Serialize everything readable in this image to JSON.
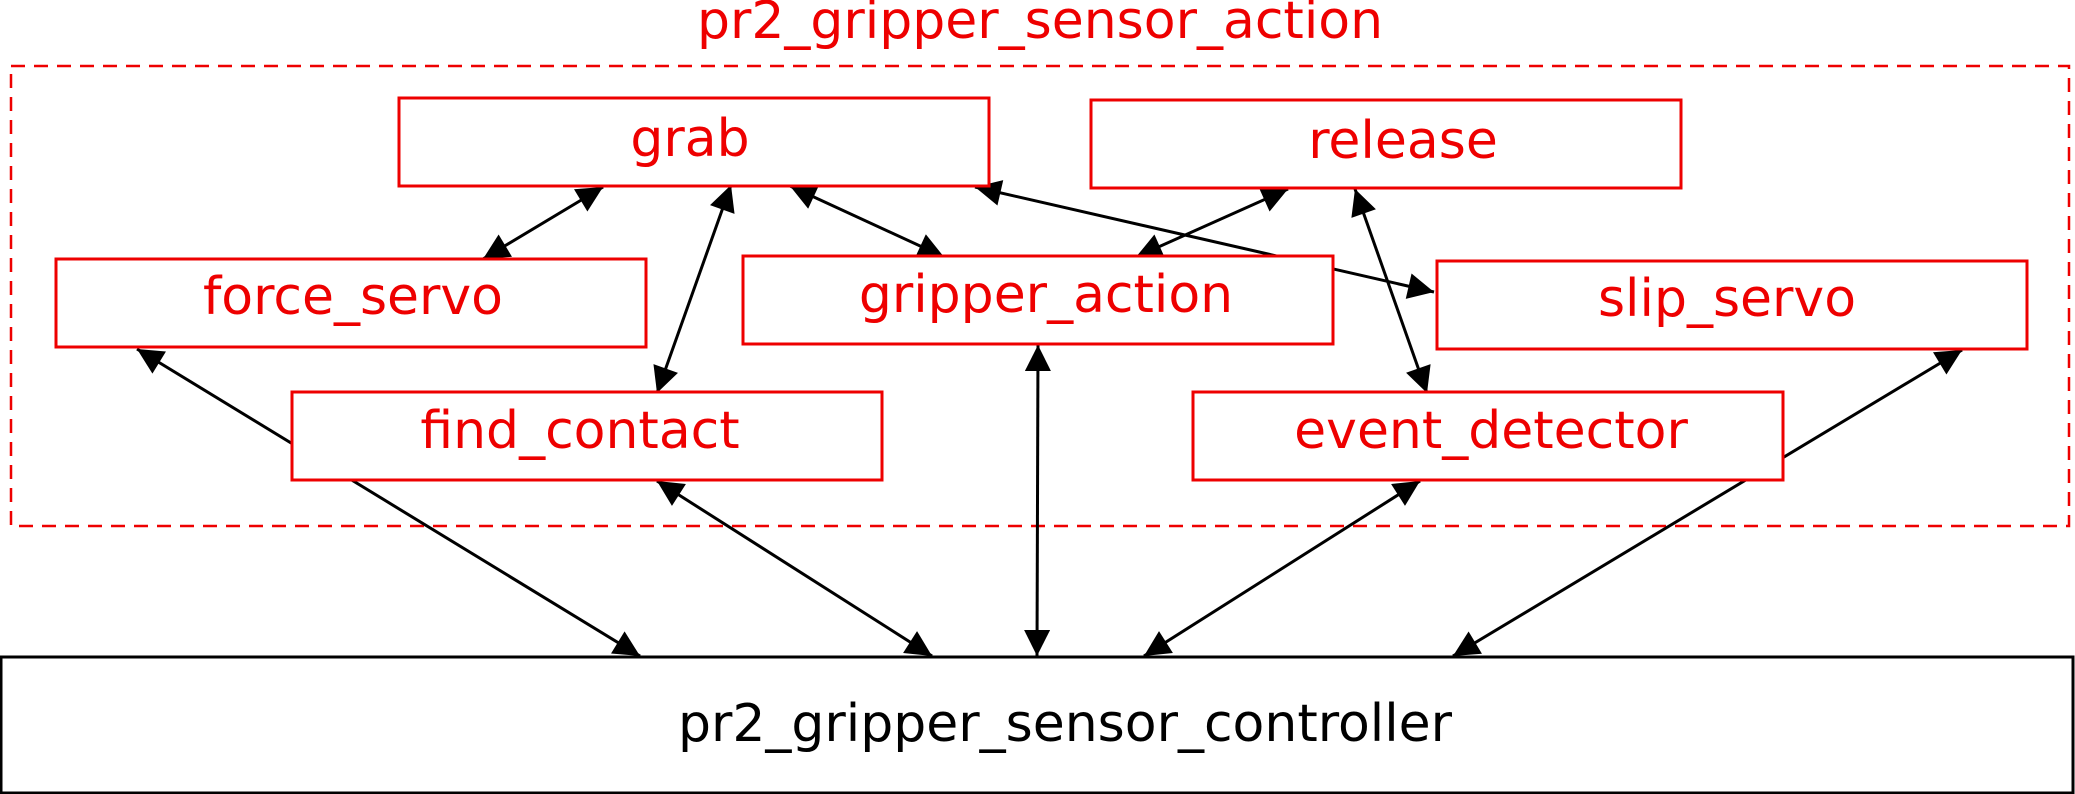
{
  "diagram": {
    "package": {
      "label": "pr2_gripper_sensor_action",
      "nodes": {
        "grab": "grab",
        "release": "release",
        "force_servo": "force_servo",
        "gripper_action": "gripper_action",
        "slip_servo": "slip_servo",
        "find_contact": "find_contact",
        "event_detector": "event_detector"
      }
    },
    "controller": {
      "label": "pr2_gripper_sensor_controller"
    },
    "colors": {
      "package": "#ee0000",
      "controller": "#000000",
      "edge": "#000000"
    },
    "edges": [
      {
        "from": "grab",
        "to": "force_servo",
        "bidirectional": true
      },
      {
        "from": "grab",
        "to": "find_contact",
        "bidirectional": true
      },
      {
        "from": "grab",
        "to": "gripper_action",
        "bidirectional": true
      },
      {
        "from": "grab",
        "to": "slip_servo",
        "bidirectional": true
      },
      {
        "from": "release",
        "to": "gripper_action",
        "bidirectional": true
      },
      {
        "from": "release",
        "to": "event_detector",
        "bidirectional": true
      },
      {
        "from": "force_servo",
        "to": "pr2_gripper_sensor_controller",
        "bidirectional": true
      },
      {
        "from": "find_contact",
        "to": "pr2_gripper_sensor_controller",
        "bidirectional": true
      },
      {
        "from": "gripper_action",
        "to": "pr2_gripper_sensor_controller",
        "bidirectional": true
      },
      {
        "from": "event_detector",
        "to": "pr2_gripper_sensor_controller",
        "bidirectional": true
      },
      {
        "from": "slip_servo",
        "to": "pr2_gripper_sensor_controller",
        "bidirectional": true
      }
    ]
  }
}
